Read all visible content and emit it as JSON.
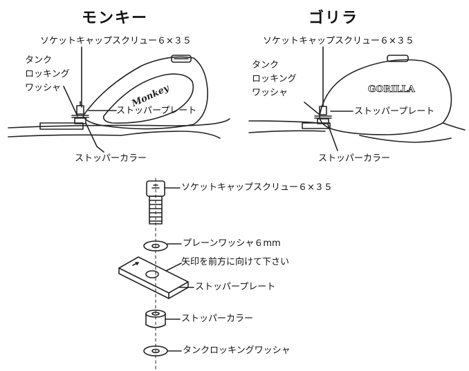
{
  "monkey": {
    "title": "モンキー",
    "screw_label": "ソケットキャップスクリュー６×３５",
    "washer_label_line1": "タンク",
    "washer_label_line2": "ロッキング",
    "washer_label_line3": "ワッシャ",
    "plate_label": "ストッパープレート",
    "collar_label": "ストッパーカラー",
    "tank_emblem": "Monkey"
  },
  "gorilla": {
    "title": "ゴリラ",
    "screw_label": "ソケットキャップスクリュー６×３５",
    "washer_label_line1": "タンク",
    "washer_label_line2": "ロッキング",
    "washer_label_line3": "ワッシャ",
    "plate_label": "ストッパープレート",
    "collar_label": "ストッパーカラー",
    "tank_emblem": "GORILLA"
  },
  "exploded": {
    "screw_label": "ソケットキャップスクリュー６×３５",
    "plain_washer_label": "プレーンワッシャ６mm",
    "arrow_note": "矢印を前方に向けて下さい",
    "plate_label": "ストッパープレート",
    "collar_label": "ストッパーカラー",
    "lock_washer_label": "タンクロッキングワッシャ"
  }
}
